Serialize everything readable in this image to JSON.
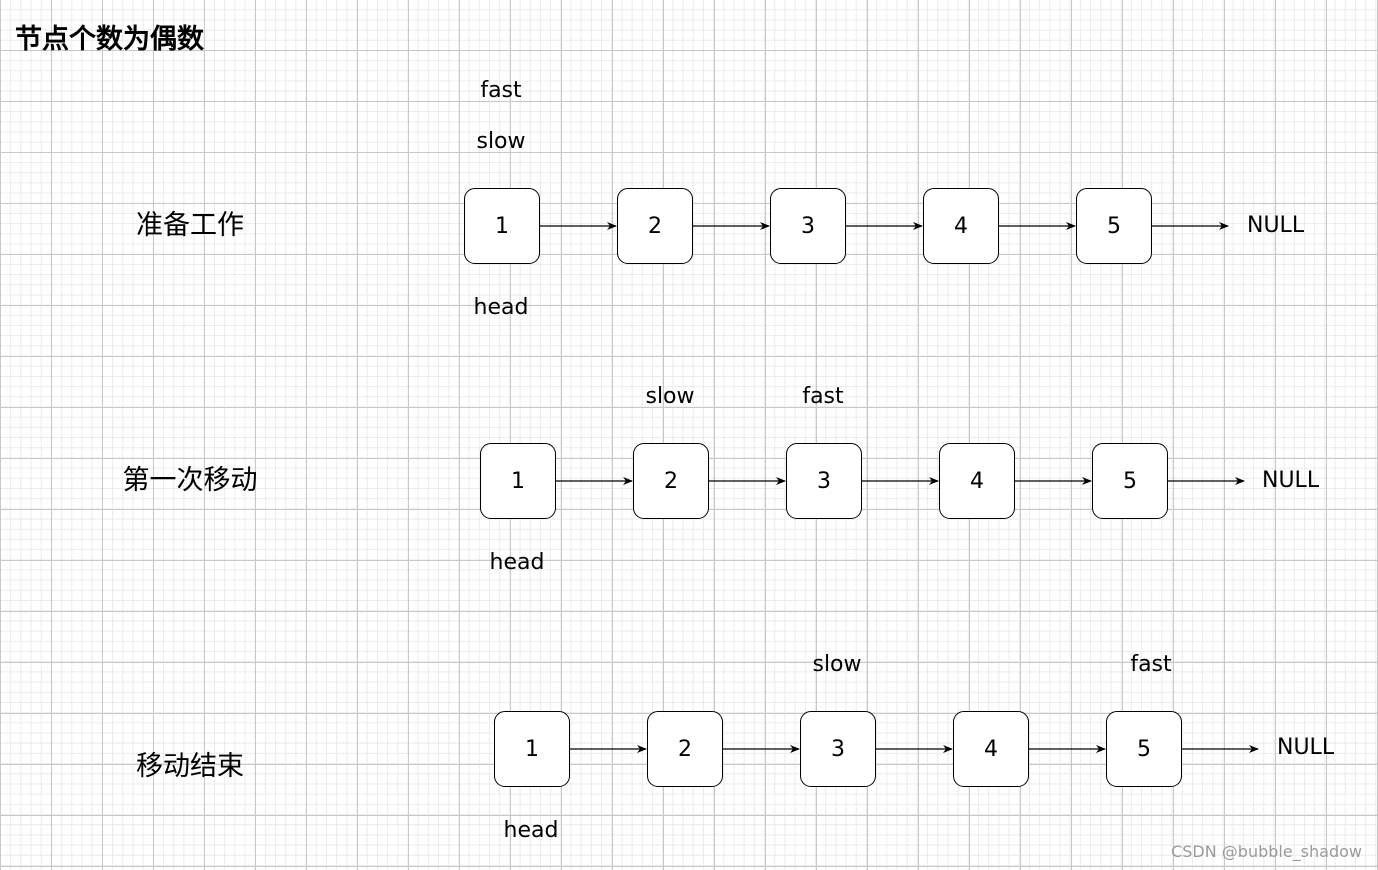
{
  "title": "节点个数为偶数",
  "null_label": "NULL",
  "watermark": "CSDN @bubble_shadow",
  "rows": [
    {
      "label": "准备工作",
      "nodes": [
        "1",
        "2",
        "3",
        "4",
        "5"
      ],
      "pointers": [
        {
          "text": "fast",
          "node_index": 0,
          "position": "above-top"
        },
        {
          "text": "slow",
          "node_index": 0,
          "position": "above"
        },
        {
          "text": "head",
          "node_index": 0,
          "position": "below"
        }
      ]
    },
    {
      "label": "第一次移动",
      "nodes": [
        "1",
        "2",
        "3",
        "4",
        "5"
      ],
      "pointers": [
        {
          "text": "slow",
          "node_index": 1,
          "position": "above"
        },
        {
          "text": "fast",
          "node_index": 2,
          "position": "above"
        },
        {
          "text": "head",
          "node_index": 0,
          "position": "below"
        }
      ]
    },
    {
      "label": "移动结束",
      "nodes": [
        "1",
        "2",
        "3",
        "4",
        "5"
      ],
      "pointers": [
        {
          "text": "slow",
          "node_index": 2,
          "position": "above"
        },
        {
          "text": "fast",
          "node_index": 4,
          "position": "above"
        },
        {
          "text": "head",
          "node_index": 0,
          "position": "below"
        }
      ]
    }
  ]
}
